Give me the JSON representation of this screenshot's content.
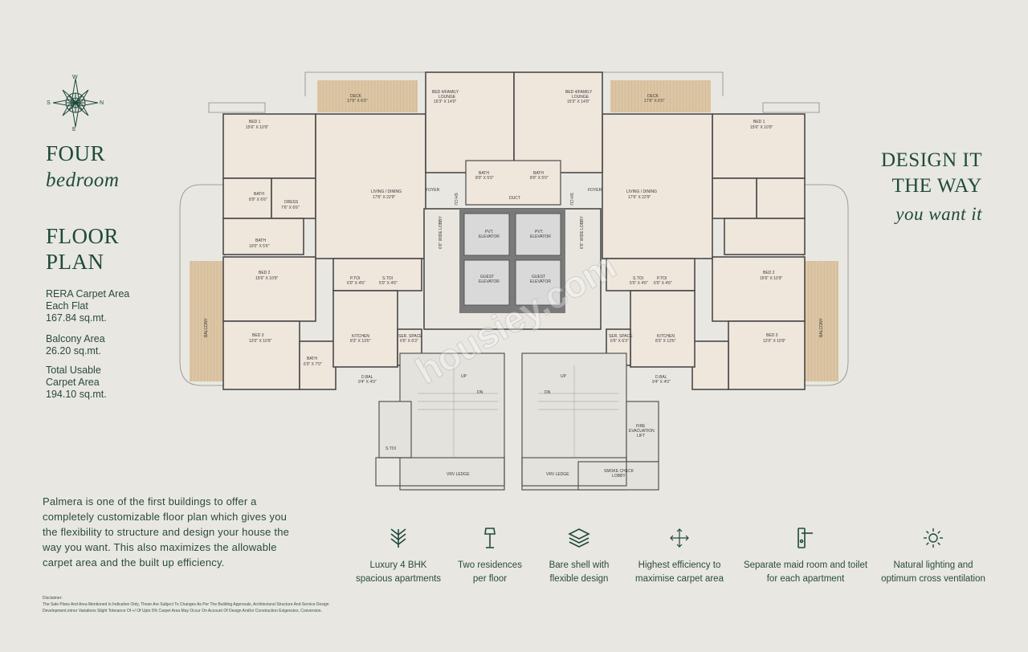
{
  "compass": {
    "n": "N",
    "s": "S",
    "e": "E",
    "w": "W"
  },
  "heading": {
    "line1": "FOUR",
    "line2": "bedroom",
    "line3": "FLOOR",
    "line4": "PLAN"
  },
  "areas": [
    {
      "label_line1": "RERA Carpet Area",
      "label_line2": "Each Flat",
      "value": "167.84 sq.mt."
    },
    {
      "label_line1": "Balcony Area",
      "label_line2": "",
      "value": "26.20 sq.mt."
    },
    {
      "label_line1": "Total Usable",
      "label_line2": "Carpet Area",
      "value": "194.10 sq.mt."
    }
  ],
  "tagline": {
    "line1": "DESIGN IT",
    "line2": "THE WAY",
    "line3": "you want it"
  },
  "description": [
    "Palmera is one of the first buildings to offer a",
    "completely customizable floor plan which gives you",
    "the flexibility to structure and design your house the",
    "way you want. This also maximizes the allowable",
    "carpet area and the built up efficiency."
  ],
  "disclaimer": {
    "title": "Disclaimer:",
    "line1": "The Sale Plans And Area Mentioned Is Indicative Only, These Are Subject To Changes As Per The Building Approvals, Architectural Structure And Service Design",
    "line2": "Development,minor Variations Slight Tolerance Of +/ Of Upto 5% Carpet Area May Occur On Account Of Design And/or Construction Exigencies, Conversion."
  },
  "features": [
    {
      "icon": "chevron-stack-icon",
      "line1": "Luxury 4 BHK",
      "line2": "spacious apartments"
    },
    {
      "icon": "lamp-icon",
      "line1": "Two residences",
      "line2": "per floor"
    },
    {
      "icon": "layers-icon",
      "line1": "Bare shell with",
      "line2": "flexible design"
    },
    {
      "icon": "expand-arrows-icon",
      "line1": "Highest efficiency to",
      "line2": "maximise carpet area"
    },
    {
      "icon": "door-handle-icon",
      "line1": "Separate maid room and toilet",
      "line2": "for each apartment"
    },
    {
      "icon": "sun-icon",
      "line1": "Natural lighting and",
      "line2": "optimum cross ventilation"
    }
  ],
  "watermark": "housiey.com",
  "plan_labels": {
    "bed1": "BED 1",
    "bed1_size": "15'6\" X 10'9\"",
    "bed2": "BED 2",
    "bed2_size": "15'6\" X 10'9\"",
    "bed3": "BED 3",
    "bed3_size": "12'0\" X 10'9\"",
    "bed4": "BED 4/FAMILY",
    "bed4_l2": "LOUNGE",
    "bed4_size": "15'3\" X 14'0\"",
    "living": "LIVING / DINING",
    "living_size": "17'6\" X 22'9\"",
    "kitchen": "KITCHEN",
    "kitchen_size": "8'3\" X 13'6\"",
    "bath": "BATH",
    "bath1_size": "8'9\" X 6'6\"",
    "bath2_size": "10'0\" X 5'6\"",
    "bath3_size": "6'3\" X 7'0\"",
    "bath4_size": "8'0\" X 5'0\"",
    "dress": "DRESS",
    "dress_size": "7'6\" X 6'6\"",
    "ptoi": "P.TOI",
    "ptoi_size": "6'0\" X 4'6\"",
    "stoi": "S.TOI",
    "stoi_size": "5'0\" X 4'6\"",
    "ser": "SER. SPACE",
    "ser_size": "6'6\" X 6'3\"",
    "foyer": "FOYER",
    "duct": "DUCT",
    "shcu": "SH CU",
    "pvt_elev": "PVT.",
    "elevator": "ELEVATOR",
    "guest_elev": "GUEST",
    "lobby": "6'6\" WIDE LOBBY",
    "deck": "DECK",
    "deck_size": "17'6\" X 6'0\"",
    "dbal": "D.BAL",
    "dbal_size": "9'4\" X 4'0\"",
    "balcony": "BALCONY",
    "up": "UP",
    "dn": "DN",
    "vrv": "VRV LEDGE",
    "stoi2": "S.TOI",
    "fire1": "FIRE",
    "fire2": "EVACUATION",
    "fire3": "LIFT",
    "smoke1": "SMOKE CHECK",
    "smoke2": "LOBBY"
  },
  "colors": {
    "background": "#e8e7e1",
    "brand_green": "#1f4a3c",
    "room_fill": "#efe6dc",
    "deck_fill": "#d9c3a4",
    "wall": "#4a4a4a"
  }
}
